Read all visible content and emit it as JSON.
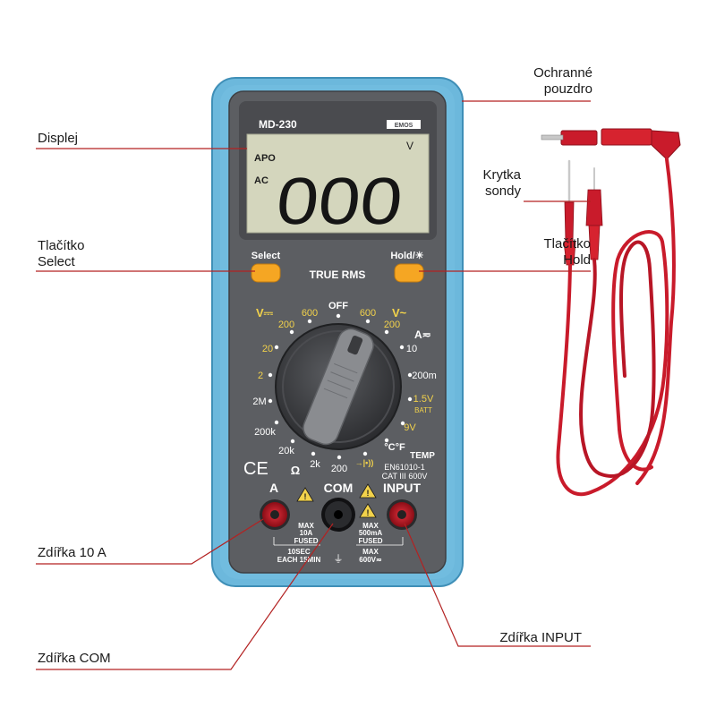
{
  "callouts": {
    "display": {
      "lines": [
        "Displej"
      ]
    },
    "select_button": {
      "lines": [
        "Tlačítko",
        "Select"
      ]
    },
    "jack_10a": {
      "lines": [
        "Zdířka 10 A"
      ]
    },
    "jack_com": {
      "lines": [
        "Zdířka COM"
      ]
    },
    "case": {
      "lines": [
        "Ochranné",
        "pouzdro"
      ]
    },
    "probe_cap": {
      "lines": [
        "Krytka",
        "sondy"
      ]
    },
    "hold_button": {
      "lines": [
        "Tlačítko",
        "Hold"
      ]
    },
    "jack_input": {
      "lines": [
        "Zdířka INPUT"
      ]
    }
  },
  "meter": {
    "model": "MD-230",
    "brand": "EMOS",
    "lcd": {
      "unit": "V",
      "apo": "APO",
      "ac": "AC",
      "digits": "000"
    },
    "buttons": {
      "select": "Select",
      "hold": "Hold/☀"
    },
    "true_rms": "TRUE RMS",
    "dial": {
      "off": "OFF",
      "dcv_label": "V⎓",
      "acv_label": "V~",
      "acamp_label": "A≂",
      "left_ranges": [
        "600",
        "200",
        "20",
        "2",
        "2M",
        "200k",
        "20k",
        "2k",
        "200"
      ],
      "right_ranges": [
        "600",
        "200",
        "10",
        "200m",
        "1.5V",
        "BATT",
        "9V",
        "°C°F",
        "TEMP"
      ],
      "ohm": "Ω",
      "diode_buzzer": "→|•))"
    },
    "ce_mark": "CE",
    "standard": [
      "EN61010-1",
      "CAT III 600V"
    ],
    "jacks": {
      "a_label": "A",
      "com_label": "COM",
      "input_label": "INPUT",
      "a_max": [
        "MAX",
        "10A",
        "FUSED"
      ],
      "a_note": [
        "10SEC",
        "EACH 15MIN"
      ],
      "input_max": [
        "MAX",
        "500mA",
        "FUSED"
      ],
      "input_volt": [
        "MAX",
        "600V≂"
      ]
    }
  },
  "colors": {
    "case": "#6cb8dc",
    "body": "#5c5e62",
    "lcd": "#d4d6bd",
    "button": "#f5a623",
    "probe": "#c91b2b",
    "jack": "#b2121e",
    "leader": "#b32222",
    "yellow": "#f2d24b"
  }
}
